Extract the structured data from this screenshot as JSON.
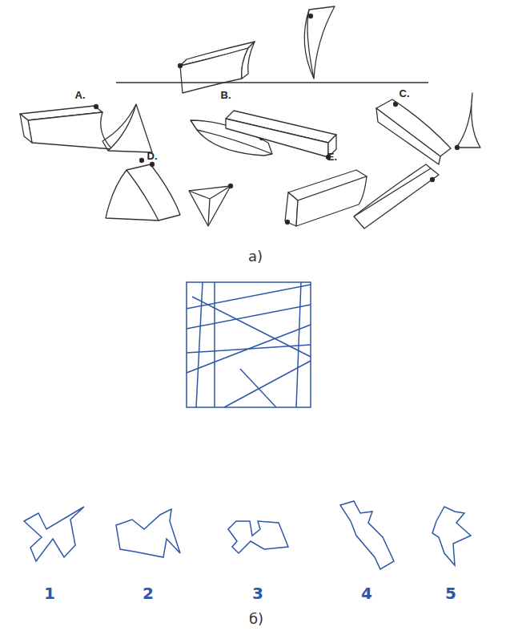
{
  "diagram": {
    "labels": [
      "A.",
      "B.",
      "C.",
      "D.",
      "E.",
      "а)",
      "1",
      "2",
      "3",
      "4",
      "5",
      "б)"
    ]
  }
}
